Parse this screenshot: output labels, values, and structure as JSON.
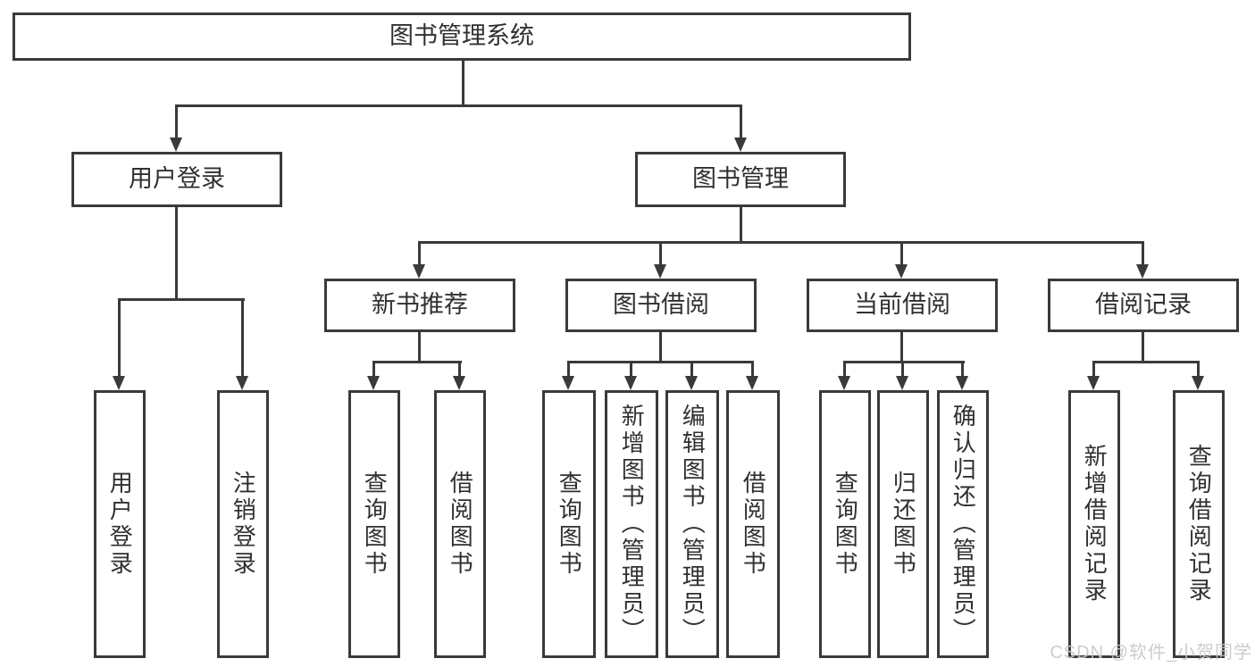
{
  "colors": {
    "line": "#3a3a3a",
    "text": "#303030",
    "background": "#ffffff",
    "watermark": "#c8c8c8"
  },
  "nodes": {
    "root": {
      "label": "图书管理系统"
    },
    "level2": [
      {
        "label": "用户登录"
      },
      {
        "label": "图书管理"
      }
    ],
    "level3": [
      {
        "label": "新书推荐"
      },
      {
        "label": "图书借阅"
      },
      {
        "label": "当前借阅"
      },
      {
        "label": "借阅记录"
      }
    ],
    "leaves": {
      "user_login": [
        {
          "label": "用户登录"
        },
        {
          "label": "注销登录"
        }
      ],
      "new_book": [
        {
          "label": "查询图书"
        },
        {
          "label": "借阅图书"
        }
      ],
      "book_borrow": [
        {
          "label": "查询图书"
        },
        {
          "label": "新增图书（管理员）"
        },
        {
          "label": "编辑图书（管理员）"
        },
        {
          "label": "借阅图书"
        }
      ],
      "current_borrow": [
        {
          "label": "查询图书"
        },
        {
          "label": "归还图书"
        },
        {
          "label": "确认归还（管理员）"
        }
      ],
      "borrow_record": [
        {
          "label": "新增借阅记录"
        },
        {
          "label": "查询借阅记录"
        }
      ]
    }
  },
  "watermark": {
    "text": "CSDN @软件_小贺同学"
  }
}
